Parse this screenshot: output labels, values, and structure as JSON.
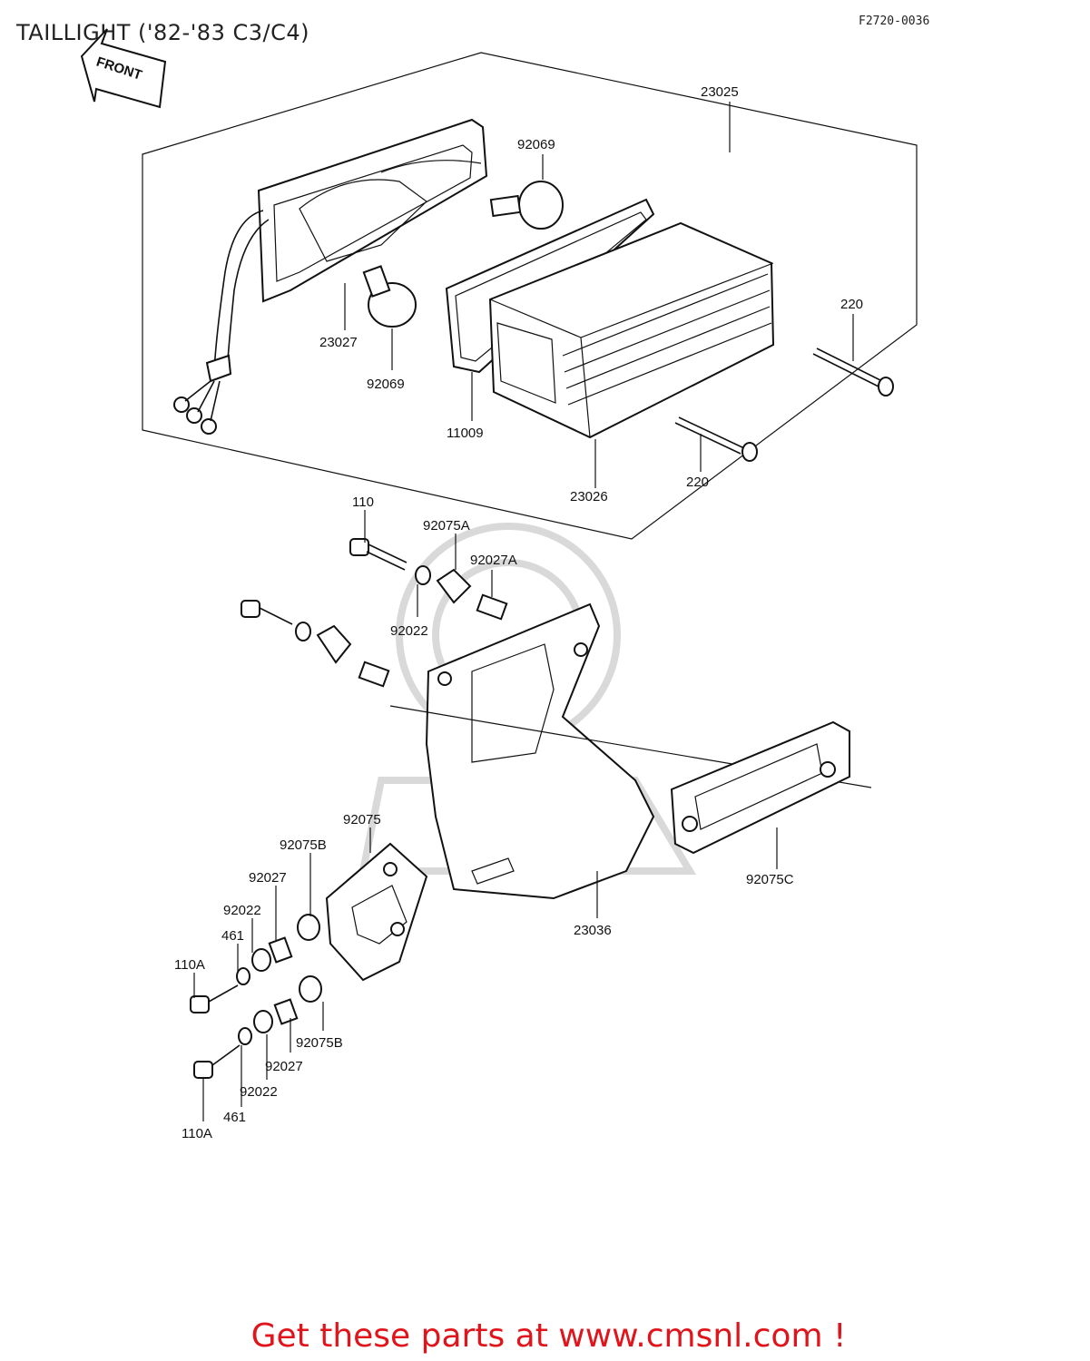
{
  "title": "TAILLIGHT ('82-'83 C3/C4)",
  "diagram_code": "F2720-0036",
  "front_label": "FRONT",
  "footer_text": "Get these parts at www.cmsnl.com !",
  "labels": {
    "p23025": "23025",
    "p92069_top": "92069",
    "p23027": "23027",
    "p92069_bottom": "92069",
    "p11009": "11009",
    "p23026": "23026",
    "p220_top": "220",
    "p220_bottom": "220",
    "p110": "110",
    "p92075A": "92075A",
    "p92027A": "92027A",
    "p92022_top": "92022",
    "p92075": "92075",
    "p92075B_top": "92075B",
    "p92027_top": "92027",
    "p92022_mid": "92022",
    "p461_top": "461",
    "p110A_top": "110A",
    "p23036": "23036",
    "p92075C": "92075C",
    "p92075B_bottom": "92075B",
    "p92027_bottom": "92027",
    "p92022_bottom": "92022",
    "p461_bottom": "461",
    "p110A_bottom": "110A"
  }
}
